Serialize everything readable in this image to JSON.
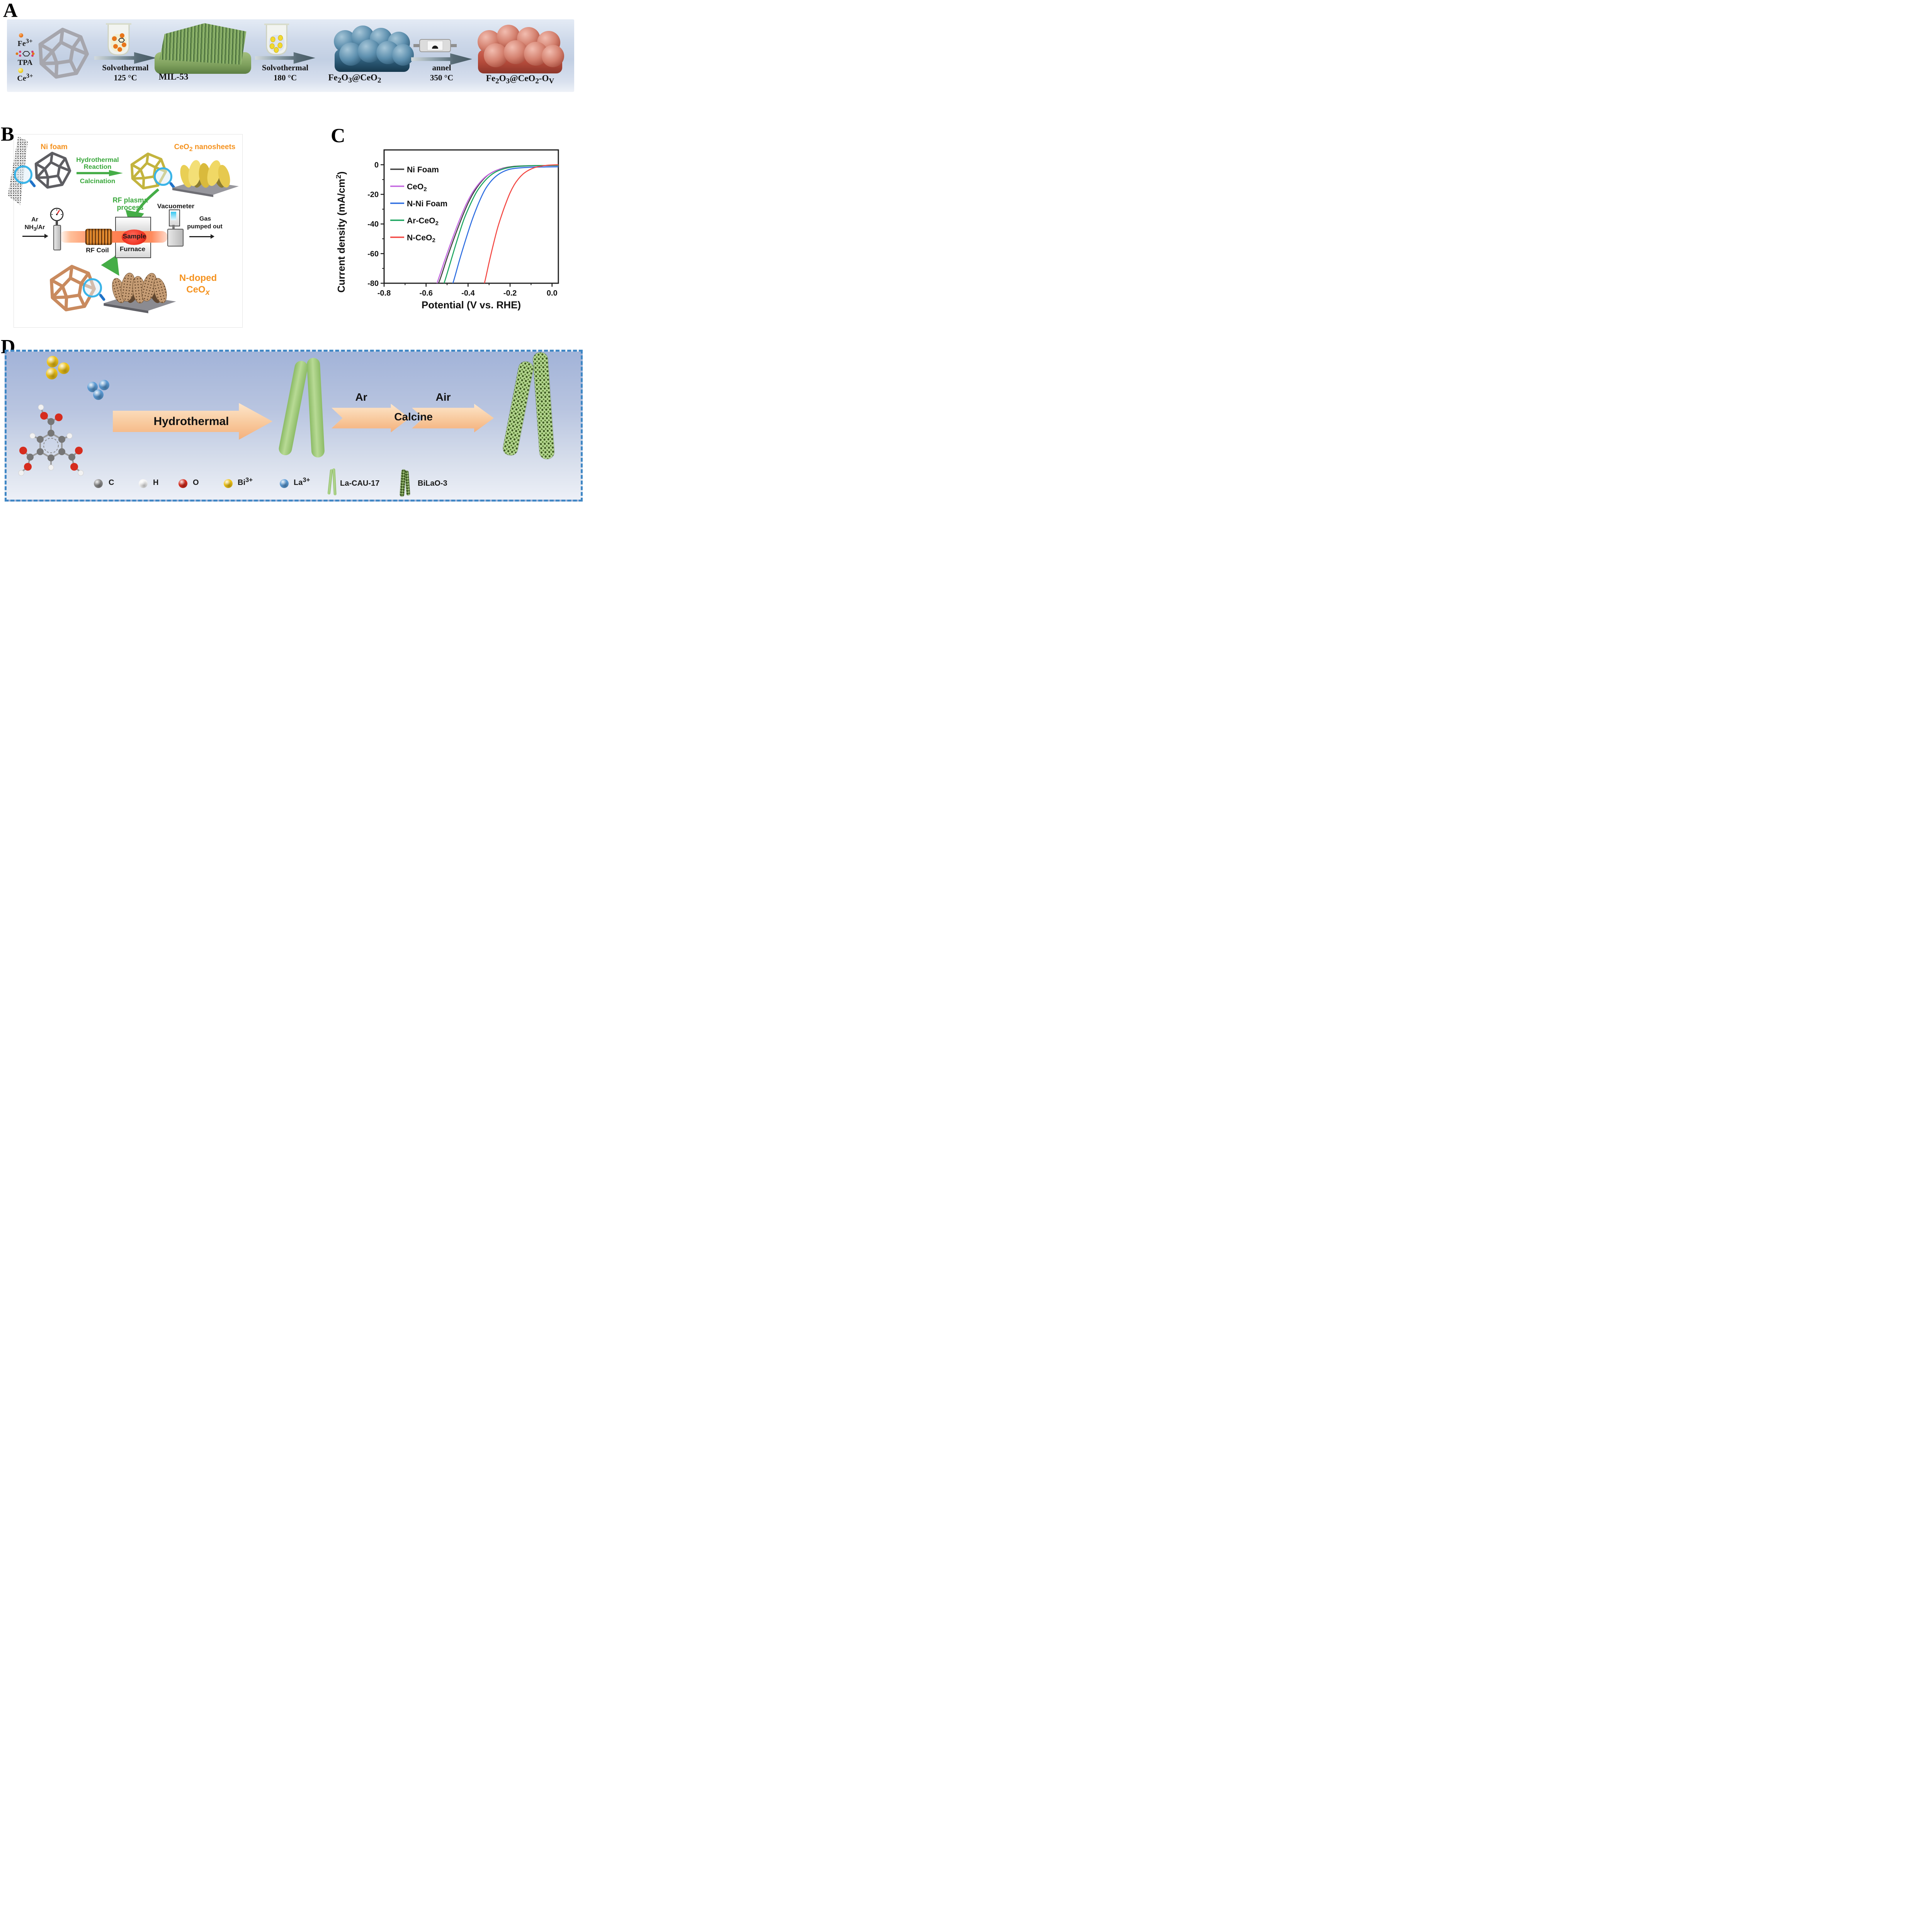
{
  "panelA": {
    "label": "A",
    "reagents": {
      "fe": "Fe<sup>3+</sup>",
      "tpa": "TPA",
      "ce": "Ce<sup>3+</sup>"
    },
    "step1": {
      "line1": "Solvothermal",
      "line2": "125 °C"
    },
    "mil53": "MIL-53",
    "step2": {
      "line1": "Solvothermal",
      "line2": "180 °C"
    },
    "product1": "Fe<sub>2</sub>O<sub>3</sub>@CeO<sub>2</sub>",
    "step3": {
      "line1": "annel",
      "line2": "350 °C"
    },
    "product2": "Fe<sub>2</sub>O<sub>3</sub>@CeO<sub>2</sub>-O<sub>V</sub>"
  },
  "panelB": {
    "label": "B",
    "ni_foam": "Ni foam",
    "hydrothermal": "Hydrothermal",
    "reaction": "Reaction",
    "calcination": "Calcination",
    "ceo2_nanosheets": "CeO<sub>2</sub> nanosheets",
    "rf_plasma": "RF plasma",
    "process": "process",
    "vacuometer": "Vacuometer",
    "ar": "Ar",
    "nh3ar": "NH<sub>3</sub>/Ar",
    "rf_coil": "RF Coil",
    "sample": "Sample",
    "furnace": "Furnace",
    "gas": "Gas",
    "pumped_out": "pumped out",
    "n_doped": "N-doped",
    "ceox": "CeO<sub><i>x</i></sub>"
  },
  "panelC": {
    "label": "C"
  },
  "chart_data": {
    "type": "line",
    "title": "",
    "xlabel": "Potential (V vs. RHE)",
    "ylabel": "Current density (mA/cm2)",
    "ylabel_html": "Current density (mA/cm<sup>2</sup>)",
    "xlim": [
      -0.8,
      0.03
    ],
    "ylim": [
      -80,
      10
    ],
    "xticks": [
      -0.8,
      -0.6,
      -0.4,
      -0.2,
      0.0
    ],
    "yticks": [
      0,
      -20,
      -40,
      -60,
      -80
    ],
    "grid": false,
    "legend_position": "inside top-left",
    "series": [
      {
        "name": "Ni Foam",
        "name_html": "Ni Foam",
        "color": "#3d3d3d",
        "points": [
          [
            -0.56,
            -85
          ],
          [
            -0.535,
            -78
          ],
          [
            -0.5,
            -63
          ],
          [
            -0.465,
            -49
          ],
          [
            -0.43,
            -36
          ],
          [
            -0.4,
            -26
          ],
          [
            -0.37,
            -18
          ],
          [
            -0.34,
            -12
          ],
          [
            -0.31,
            -7.5
          ],
          [
            -0.28,
            -4.8
          ],
          [
            -0.25,
            -3
          ],
          [
            -0.22,
            -1.9
          ],
          [
            -0.18,
            -1.1
          ],
          [
            -0.14,
            -0.8
          ],
          [
            -0.08,
            -0.6
          ],
          [
            0.03,
            -0.5
          ]
        ]
      },
      {
        "name": "CeO2",
        "name_html": "CeO<sub>2</sub>",
        "color": "#c263e0",
        "points": [
          [
            -0.565,
            -85
          ],
          [
            -0.548,
            -80
          ],
          [
            -0.51,
            -64
          ],
          [
            -0.475,
            -50
          ],
          [
            -0.44,
            -37
          ],
          [
            -0.41,
            -27
          ],
          [
            -0.38,
            -19
          ],
          [
            -0.35,
            -13
          ],
          [
            -0.32,
            -8.5
          ],
          [
            -0.29,
            -5.5
          ],
          [
            -0.26,
            -3.5
          ],
          [
            -0.22,
            -2.2
          ],
          [
            -0.18,
            -1.4
          ],
          [
            -0.12,
            -0.9
          ],
          [
            -0.05,
            -0.7
          ],
          [
            0.03,
            -0.6
          ]
        ]
      },
      {
        "name": "N-Ni Foam",
        "name_html": "N-Ni Foam",
        "color": "#2a6be0",
        "points": [
          [
            -0.487,
            -85
          ],
          [
            -0.47,
            -79
          ],
          [
            -0.44,
            -64
          ],
          [
            -0.41,
            -50
          ],
          [
            -0.38,
            -37
          ],
          [
            -0.35,
            -26
          ],
          [
            -0.32,
            -17
          ],
          [
            -0.29,
            -11
          ],
          [
            -0.26,
            -7
          ],
          [
            -0.23,
            -4.5
          ],
          [
            -0.2,
            -3
          ],
          [
            -0.16,
            -2.2
          ],
          [
            -0.1,
            -1.7
          ],
          [
            -0.03,
            -1.5
          ],
          [
            0.03,
            -1.4
          ]
        ]
      },
      {
        "name": "Ar-CeO2",
        "name_html": "Ar-CeO<sub>2</sub>",
        "color": "#17a35c",
        "points": [
          [
            -0.53,
            -85
          ],
          [
            -0.512,
            -79
          ],
          [
            -0.48,
            -64
          ],
          [
            -0.45,
            -50
          ],
          [
            -0.42,
            -37
          ],
          [
            -0.39,
            -27
          ],
          [
            -0.36,
            -18.5
          ],
          [
            -0.33,
            -12.5
          ],
          [
            -0.3,
            -8
          ],
          [
            -0.27,
            -5
          ],
          [
            -0.24,
            -3.2
          ],
          [
            -0.2,
            -1.8
          ],
          [
            -0.15,
            -1
          ],
          [
            -0.08,
            -0.6
          ],
          [
            0.03,
            -0.45
          ]
        ]
      },
      {
        "name": "N-CeO2",
        "name_html": "N-CeO<sub>2</sub>",
        "color": "#f34540",
        "points": [
          [
            -0.335,
            -85
          ],
          [
            -0.322,
            -80
          ],
          [
            -0.3,
            -66
          ],
          [
            -0.28,
            -54
          ],
          [
            -0.26,
            -43
          ],
          [
            -0.24,
            -34
          ],
          [
            -0.22,
            -26
          ],
          [
            -0.2,
            -19
          ],
          [
            -0.18,
            -13.5
          ],
          [
            -0.16,
            -9.5
          ],
          [
            -0.14,
            -6.5
          ],
          [
            -0.12,
            -4.4
          ],
          [
            -0.1,
            -2.9
          ],
          [
            -0.08,
            -1.8
          ],
          [
            -0.05,
            -0.9
          ],
          [
            -0.02,
            -0.3
          ],
          [
            0.03,
            0
          ]
        ]
      }
    ]
  },
  "panelD": {
    "label": "D",
    "hydrothermal": "Hydrothermal",
    "ar": "Ar",
    "air": "Air",
    "calcine": "Calcine",
    "legend": [
      {
        "name": "C",
        "color": "#8c8c8c"
      },
      {
        "name": "H",
        "color": "#f4f4f4"
      },
      {
        "name": "O",
        "color": "#d62c1e"
      },
      {
        "name": "Bi<sup>3+</sup>",
        "color": "#f0c419"
      },
      {
        "name": "La<sup>3+</sup>",
        "color": "#5b9bd5"
      },
      {
        "name": "La-CAU-17"
      },
      {
        "name": "BiLaO-3"
      }
    ]
  }
}
